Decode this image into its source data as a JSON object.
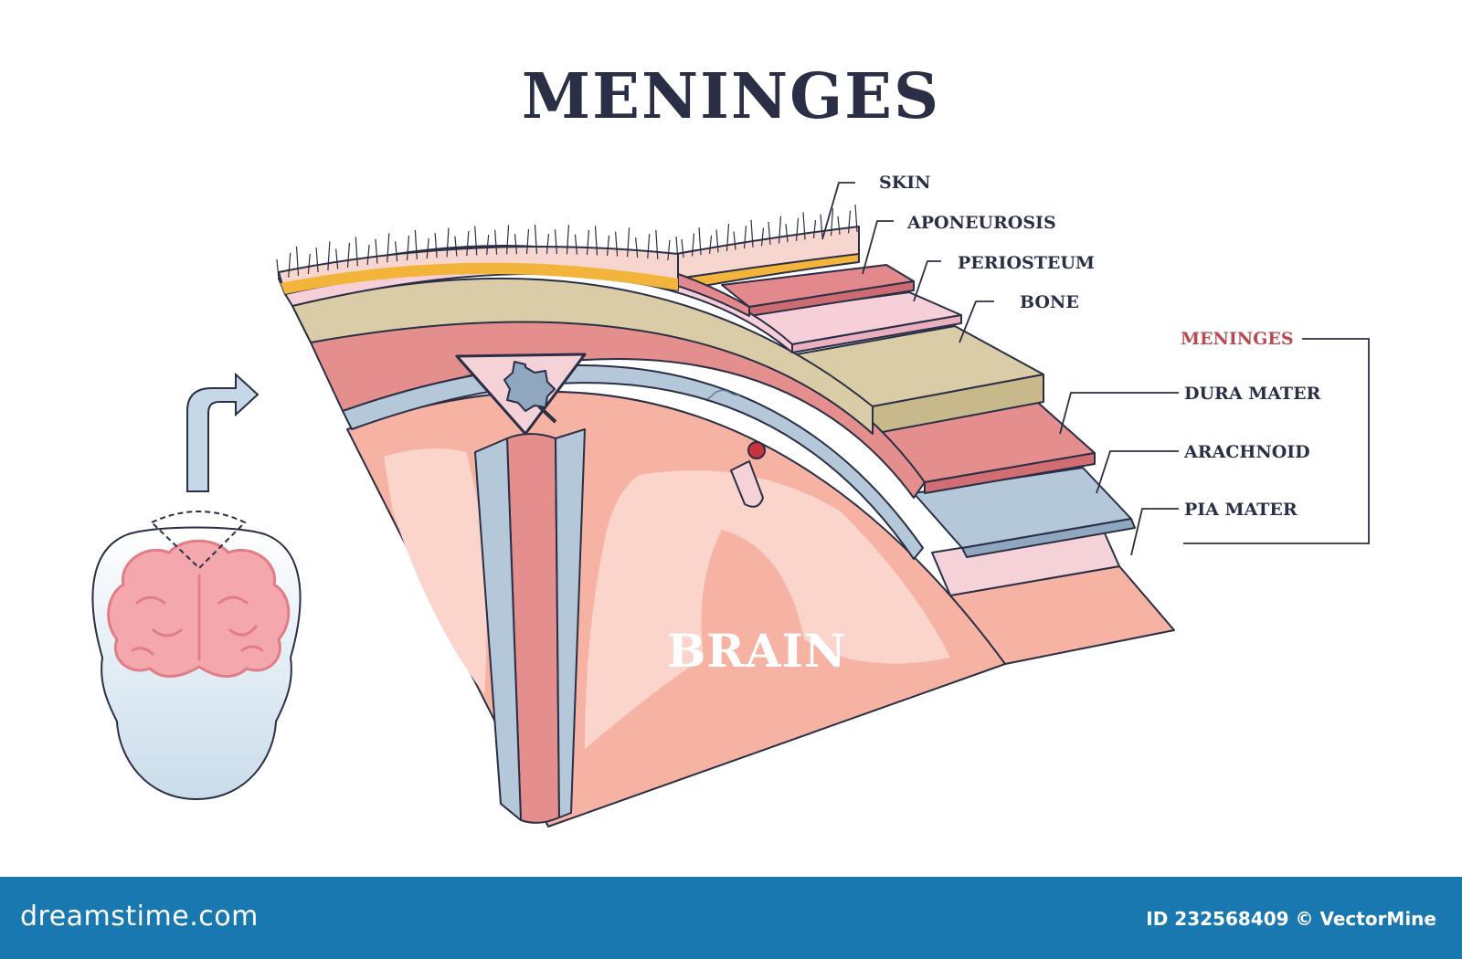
{
  "title": "MENINGES",
  "labels": {
    "skin": "SKIN",
    "aponeurosis": "APONEUROSIS",
    "periosteum": "PERIOSTEUM",
    "bone": "BONE",
    "meninges_group": "MENINGES",
    "dura_mater": "DURA MATER",
    "arachnoid": "ARACHNOID",
    "pia_mater": "PIA MATER",
    "brain": "BRAIN"
  },
  "footer": {
    "brand": "dreamstime.com",
    "stock_id": "ID 232568409 © VectorMine"
  },
  "colors": {
    "outline": "#2a2f45",
    "skin": "#f7d6cf",
    "fat": "#f2b43a",
    "aponeurosis": "#e3888d",
    "periosteum": "#f7cfd8",
    "bone": "#d9cca6",
    "dura_mater": "#e58e8e",
    "arachnoid": "#b5c8da",
    "pia_mater": "#f4d2d8",
    "brain": "#f6b3a3",
    "brain_light": "#fbd4cc",
    "meninges_label": "#b84a52",
    "footer": "#1978b0"
  }
}
